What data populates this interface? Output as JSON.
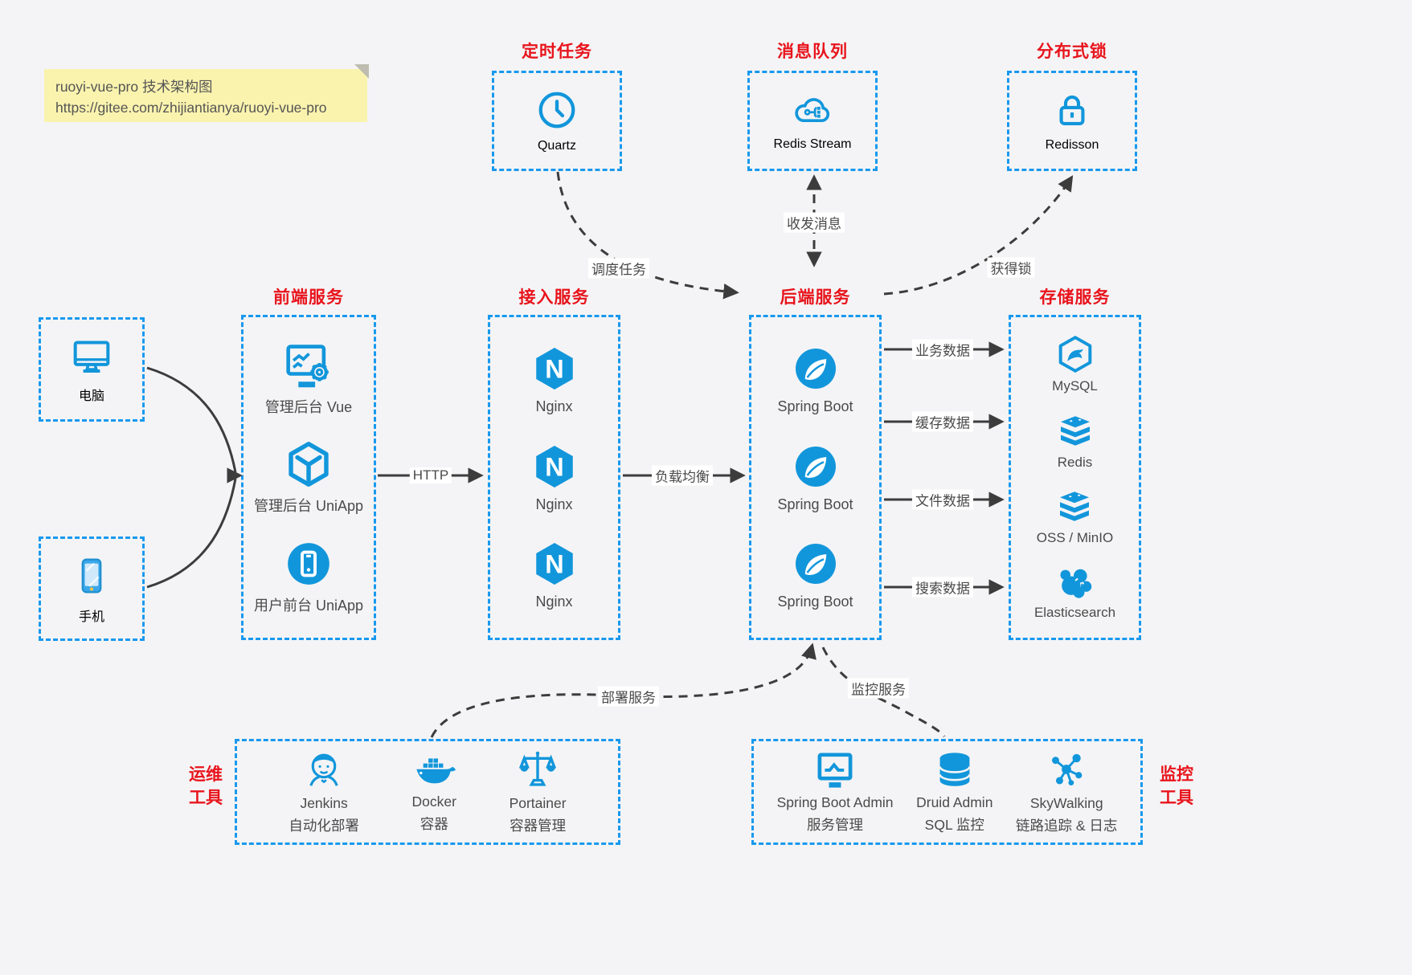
{
  "note": {
    "line1": "ruoyi-vue-pro 技术架构图",
    "line2": "https://gitee.com/zhijiantianya/ruoyi-vue-pro"
  },
  "colors": {
    "accent_blue": "#1296db",
    "dashed_border_blue": "#1899ee",
    "title_red": "#e8141c",
    "arrow_dark": "#3c3c3c",
    "note_bg": "#faf3ae",
    "canvas_bg": "#f4f4f6"
  },
  "top_groups": [
    {
      "title": "定时任务",
      "icon": "clock-icon",
      "label": "Quartz"
    },
    {
      "title": "消息队列",
      "icon": "cloud-stream-icon",
      "label": "Redis Stream"
    },
    {
      "title": "分布式锁",
      "icon": "lock-icon",
      "label": "Redisson"
    }
  ],
  "clients": [
    {
      "icon": "desktop-icon",
      "label": "电脑"
    },
    {
      "icon": "mobile-icon",
      "label": "手机"
    }
  ],
  "columns": {
    "frontend": {
      "title": "前端服务",
      "items": [
        {
          "icon": "admin-vue-icon",
          "label": "管理后台 Vue"
        },
        {
          "icon": "cube-icon",
          "label": "管理后台 UniApp"
        },
        {
          "icon": "app-circle-icon",
          "label": "用户前台 UniApp"
        }
      ]
    },
    "gateway": {
      "title": "接入服务",
      "items": [
        {
          "icon": "nginx-icon",
          "label": "Nginx"
        },
        {
          "icon": "nginx-icon",
          "label": "Nginx"
        },
        {
          "icon": "nginx-icon",
          "label": "Nginx"
        }
      ]
    },
    "backend": {
      "title": "后端服务",
      "items": [
        {
          "icon": "spring-icon",
          "label": "Spring Boot"
        },
        {
          "icon": "spring-icon",
          "label": "Spring Boot"
        },
        {
          "icon": "spring-icon",
          "label": "Spring Boot"
        }
      ]
    },
    "storage": {
      "title": "存储服务",
      "items": [
        {
          "icon": "mysql-icon",
          "label": "MySQL"
        },
        {
          "icon": "redis-stack-icon",
          "label": "Redis"
        },
        {
          "icon": "redis-stack-icon",
          "label": "OSS / MinIO"
        },
        {
          "icon": "elasticsearch-icon",
          "label": "Elasticsearch"
        }
      ]
    }
  },
  "edges": {
    "http": "HTTP",
    "load_balance": "负载均衡",
    "business_data": "业务数据",
    "cache_data": "缓存数据",
    "file_data": "文件数据",
    "search_data": "搜索数据",
    "schedule_task": "调度任务",
    "send_receive_msg": "收发消息",
    "acquire_lock": "获得锁",
    "deploy_service": "部署服务",
    "monitor_service": "监控服务"
  },
  "ops_group": {
    "side_label_line1": "运维",
    "side_label_line2": "工具",
    "items": [
      {
        "icon": "jenkins-icon",
        "name": "Jenkins",
        "desc": "自动化部署"
      },
      {
        "icon": "docker-icon",
        "name": "Docker",
        "desc": "容器"
      },
      {
        "icon": "portainer-icon",
        "name": "Portainer",
        "desc": "容器管理"
      }
    ]
  },
  "monitor_group": {
    "side_label_line1": "监控",
    "side_label_line2": "工具",
    "items": [
      {
        "icon": "sba-icon",
        "name": "Spring Boot Admin",
        "desc": "服务管理"
      },
      {
        "icon": "druid-icon",
        "name": "Druid Admin",
        "desc": "SQL 监控"
      },
      {
        "icon": "skywalking-icon",
        "name": "SkyWalking",
        "desc": "链路追踪 & 日志"
      }
    ]
  }
}
